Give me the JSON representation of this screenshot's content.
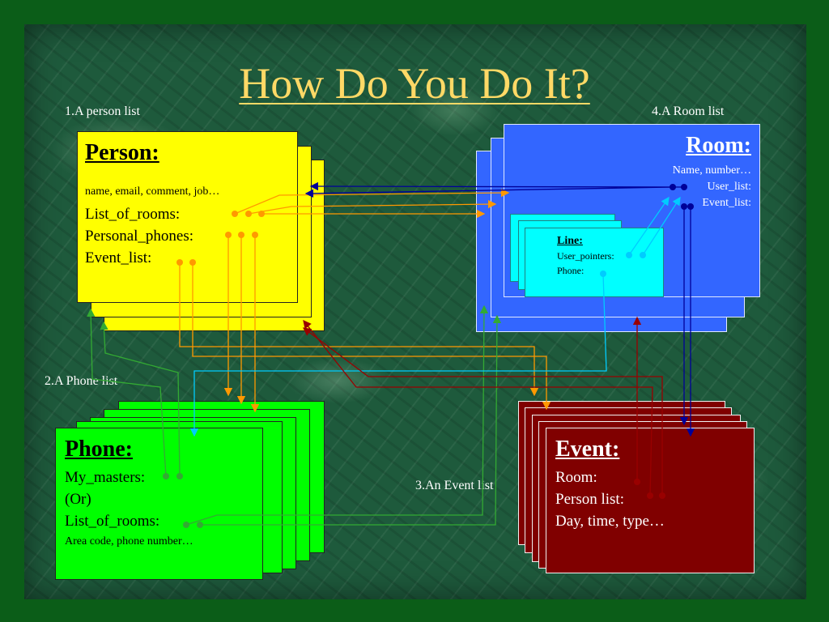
{
  "slide": {
    "title": "How Do You Do It?"
  },
  "captions": {
    "person_list": "1.A person list",
    "phone_list": "2.A Phone list",
    "event_list": "3.An Event list",
    "room_list": "4.A Room list"
  },
  "person": {
    "title": "Person:",
    "fields": "name, email, comment, job…",
    "list_of_rooms": "List_of_rooms:",
    "personal_phones": "Personal_phones:",
    "event_list": "Event_list:"
  },
  "phone": {
    "title": "Phone:",
    "my_masters": "My_masters:",
    "or": "(Or)",
    "list_of_rooms": "List_of_rooms:",
    "area_code": "Area code, phone number…"
  },
  "event": {
    "title": "Event:",
    "room": "Room:",
    "person_list": "Person list:",
    "day_time_type": "Day, time, type…"
  },
  "room": {
    "title": "Room:",
    "name_number": "Name, number…",
    "user_list": "User_list:",
    "event_list": "Event_list:"
  },
  "line": {
    "title": "Line:",
    "user_pointers": "User_pointers:",
    "phone": "Phone:"
  },
  "colors": {
    "background": "#0b5d18",
    "title": "#ffd966",
    "person_card": "#ffff00",
    "phone_card": "#00ff00",
    "event_card": "#800000",
    "room_card": "#3366ff",
    "line_card": "#00ffff",
    "orange_arrow": "#ff9900",
    "green_arrow": "#33aa33",
    "red_arrow": "#990000",
    "blue_arrow": "#000099",
    "cyan_arrow": "#00ccff"
  }
}
